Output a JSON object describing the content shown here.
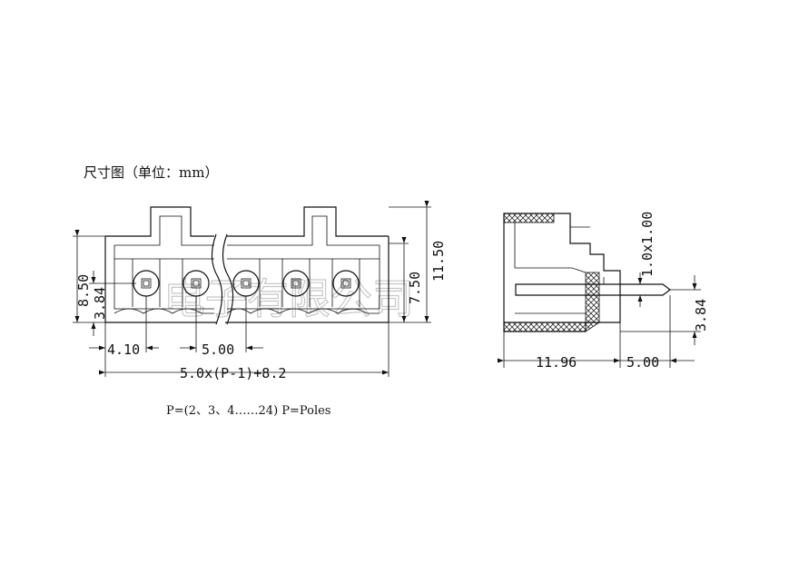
{
  "title": "尺寸图（单位：mm）",
  "formula_note": "P=(2、3、4……24) P=Poles",
  "watermark": "电子有限公司",
  "front_view": {
    "dim_height_total": "11.50",
    "dim_height_body": "7.50",
    "dim_left_upper": "8.50",
    "dim_left_lower": "3.84",
    "dim_first_pitch": "4.10",
    "dim_pitch": "5.00",
    "dim_total_width": "5.0x(P-1)+8.2"
  },
  "side_view": {
    "dim_pin_size": "1.0x1.00",
    "dim_pin_height": "3.84",
    "dim_body_depth": "11.96",
    "dim_pin_length": "5.00"
  },
  "colors": {
    "line": "#111111",
    "watermark": "#c8c8c8",
    "background": "#ffffff"
  }
}
